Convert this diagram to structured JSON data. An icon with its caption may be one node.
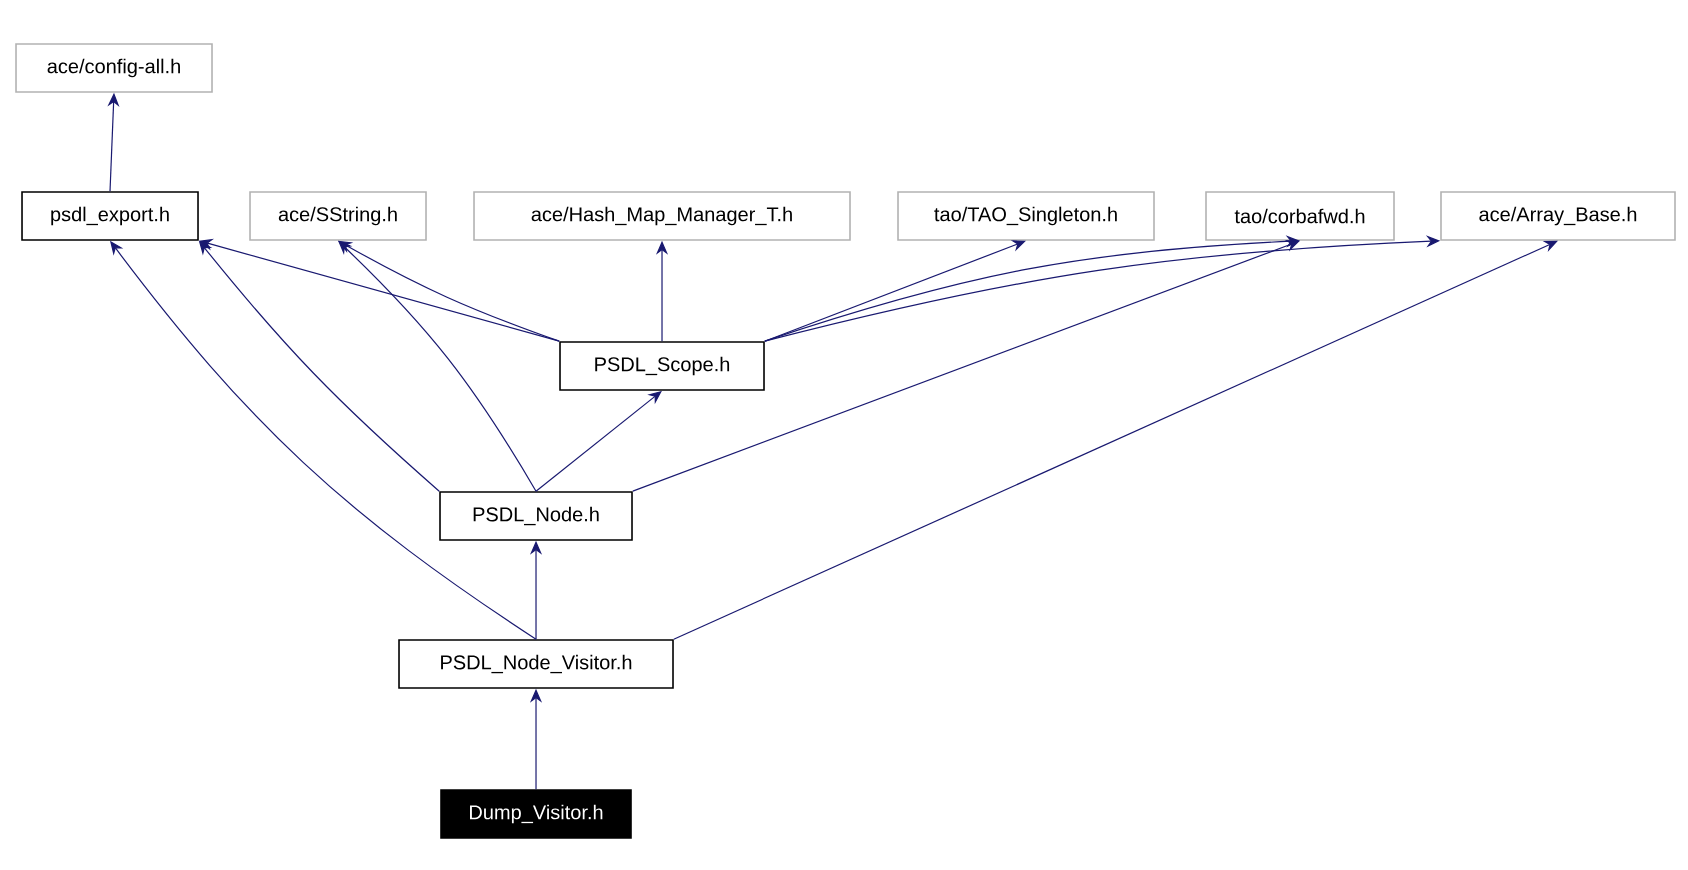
{
  "diagram": {
    "nodes": [
      {
        "text": [
          "ace/config-all.h"
        ]
      },
      {
        "text": [
          "psdl_export.h"
        ]
      },
      {
        "text": [
          "ace/SString.h"
        ]
      },
      {
        "text": [
          "ace/Hash_Map_Manager_T.h"
        ]
      },
      {
        "text": [
          "tao/TAO_Singleton.h"
        ]
      },
      {
        "text": [
          "tao/corbafwd.h"
        ]
      },
      {
        "text": [
          "ace/Array_Base.h"
        ]
      },
      {
        "text": [
          "PSDL_Scope.h"
        ]
      },
      {
        "text": [
          "PSDL_Node.h"
        ]
      },
      {
        "text": [
          "PSDL_Node_Visitor.h"
        ]
      },
      {
        "text": [
          "Dump_Visitor.h"
        ]
      }
    ],
    "edges": [
      {
        "from": 1,
        "to": 0,
        "arrow": "to"
      },
      {
        "from": 7,
        "to": 1,
        "arrow": "to"
      },
      {
        "from": 7,
        "to": 2,
        "arrow": "to"
      },
      {
        "from": 7,
        "to": 3,
        "arrow": "to"
      },
      {
        "from": 7,
        "to": 4,
        "arrow": "to"
      },
      {
        "from": 7,
        "to": 5,
        "arrow": "to"
      },
      {
        "from": 7,
        "to": 6,
        "arrow": "to"
      },
      {
        "from": 8,
        "to": 1,
        "arrow": "to"
      },
      {
        "from": 8,
        "to": 2,
        "arrow": "to"
      },
      {
        "from": 8,
        "to": 7,
        "arrow": "to"
      },
      {
        "from": 8,
        "to": 5,
        "arrow": "to"
      },
      {
        "from": 9,
        "to": 1,
        "arrow": "to"
      },
      {
        "from": 9,
        "to": 8,
        "arrow": "to"
      },
      {
        "from": 9,
        "to": 6,
        "arrow": "to"
      },
      {
        "from": 10,
        "to": 9,
        "arrow": "to"
      }
    ]
  }
}
